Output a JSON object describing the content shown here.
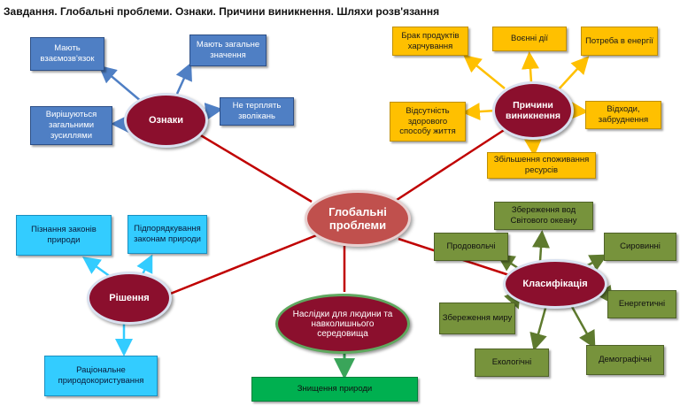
{
  "title": "Завдання. Глобальні проблеми. Ознаки. Причини виникнення. Шляхи розв'язання",
  "center": "Глобальні проблеми",
  "hubs": {
    "oznaky": "Ознаки",
    "prychyny": "Причини виникнення",
    "rishennia": "Рішення",
    "klasyfikatsiia": "Класифікація",
    "naslidky": "Наслідки для людини та навколишнього середовища"
  },
  "oznaky_items": [
    "Мають взаємозв'язок",
    "Мають загальне значення",
    "Вирішуються загальними зусиллями",
    "Не терплять зволікань"
  ],
  "prychyny_items": [
    "Брак продуктів харчування",
    "Воєнні дії",
    "Потреба в енергії",
    "Відсутність здорового способу життя",
    "Відходи, забруднення",
    "Збільшення споживання ресурсів"
  ],
  "rishennia_items": [
    "Пізнання законів природи",
    "Підпорядкування законам природи",
    "Раціональне природокористування"
  ],
  "klasyfikatsiia_items": [
    "Збереження вод Світового океану",
    "Продовольчі",
    "Сировинні",
    "Збереження миру",
    "Енергетичні",
    "Екологічні",
    "Демографічні"
  ],
  "naslidky_items": [
    "Знищення природи"
  ],
  "colors": {
    "oznaky": "#4f7fc4",
    "prychyny": "#ffc000",
    "rishennia": "#33ccff",
    "klasyfikatsiia": "#77933c",
    "naslidky": "#00b050",
    "hub": "#8b0f2d",
    "center": "#c0504d",
    "connector": "#c00000"
  }
}
